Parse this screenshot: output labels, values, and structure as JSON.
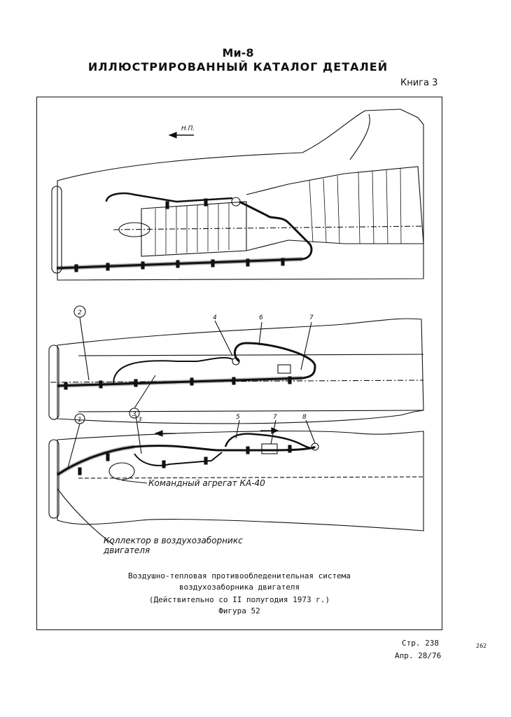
{
  "header": {
    "model": "Ми-8",
    "catalog_title": "ИЛЛЮСТРИРОВАННЫЙ  КАТАЛОГ ДЕТАЛЕЙ",
    "book": "Книга 3"
  },
  "figure": {
    "flight_direction": "Н.П.",
    "callouts": [
      "2",
      "4",
      "6",
      "7",
      "3",
      "1",
      "3",
      "5",
      "7",
      "8"
    ],
    "label_unit": "Командный агрегат КА-40",
    "label_collector_line1": "Коллектор в воздухозаборникс",
    "label_collector_line2": "двигателя",
    "caption_line1": "Воздушно-тепловая противообледенительная система",
    "caption_line2": "воздухозаборника  двигателя",
    "caption_line3": "(Действительно со II полугодия 1973 г.)",
    "figure_number": "Фигура 52"
  },
  "footer": {
    "page": "Стр. 238",
    "revision": "Апр. 28/76",
    "sheet_number": "262"
  }
}
